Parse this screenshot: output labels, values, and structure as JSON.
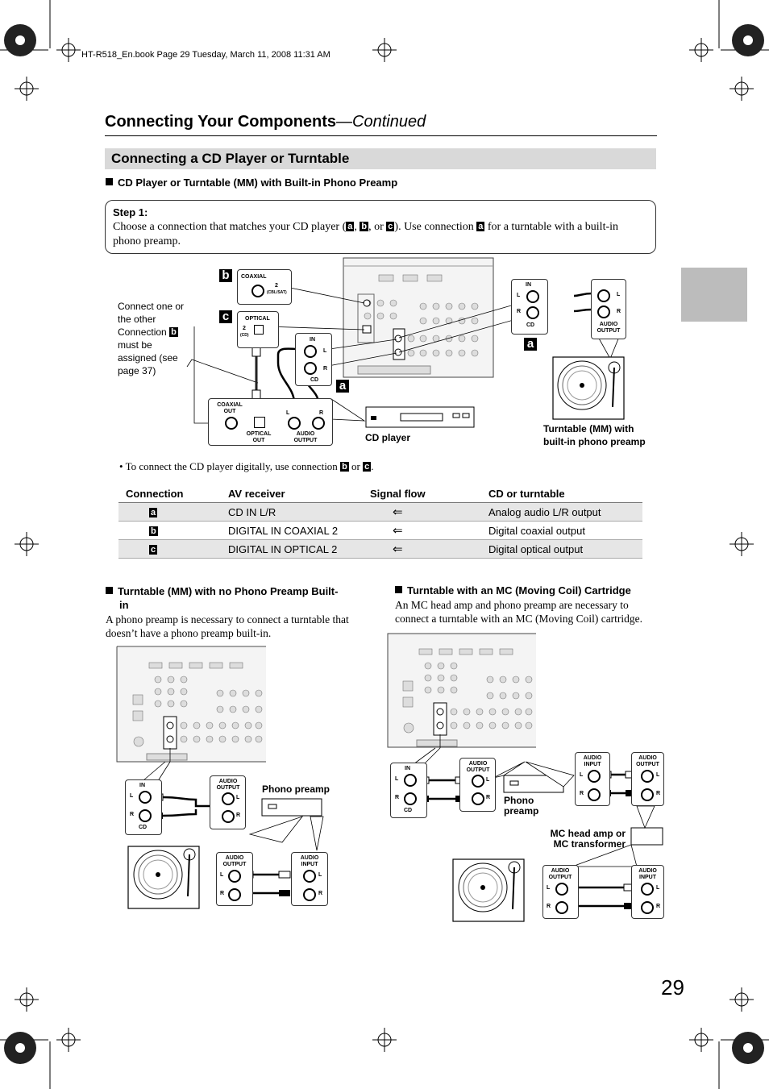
{
  "header_line": "HT-R518_En.book  Page 29  Tuesday, March 11, 2008  11:31 AM",
  "page_title": "Connecting Your Components",
  "page_title_suffix": "—Continued",
  "section_title": "Connecting a CD Player or Turntable",
  "subsection1": "CD Player or Turntable (MM) with Built-in Phono Preamp",
  "step": {
    "label": "Step 1:",
    "text_part1": "Choose a connection that matches your CD player (",
    "sep1": ",",
    "sep2": ", or",
    "text_part2": "). Use connection",
    "text_part3": "for a turntable with a built-in phono preamp."
  },
  "tags": {
    "a": "a",
    "b": "b",
    "c": "c"
  },
  "diagram1": {
    "note": "Connect one or the other Connection",
    "note_tail": "must be assigned (see page 37)",
    "coaxial": "COAXIAL",
    "coax_input": "2",
    "coax_input_sub": "(CBL/SAT)",
    "optical": "OPTICAL",
    "opt_input": "2",
    "opt_input_sub": "(CD)",
    "in": "IN",
    "l": "L",
    "r": "R",
    "cd": "CD",
    "coaxial_out": "COAXIAL OUT",
    "optical_out": "OPTICAL OUT",
    "audio_output": "AUDIO OUTPUT",
    "cd_player": "CD player",
    "turntable_label": "Turntable (MM) with built-in phono preamp"
  },
  "bullet": {
    "text": "To connect the CD player digitally, use connection",
    "or": "or",
    "end": "."
  },
  "table": {
    "headers": [
      "Connection",
      "AV receiver",
      "Signal flow",
      "CD or turntable"
    ],
    "rows": [
      {
        "tag": "a",
        "receiver": "CD IN L/R",
        "flow": "⇐",
        "device": "Analog audio L/R output"
      },
      {
        "tag": "b",
        "receiver": "DIGITAL IN COAXIAL 2",
        "flow": "⇐",
        "device": "Digital coaxial output"
      },
      {
        "tag": "c",
        "receiver": "DIGITAL IN OPTICAL 2",
        "flow": "⇐",
        "device": "Digital optical output"
      }
    ]
  },
  "left_section": {
    "heading_line1": "Turntable (MM) with no Phono Preamp Built-",
    "heading_line2": "in",
    "body": "A phono preamp is necessary to connect a turntable that doesn’t have a phono preamp built-in.",
    "phono_preamp": "Phono preamp",
    "in": "IN",
    "cd": "CD",
    "l": "L",
    "r": "R",
    "audio_output": "AUDIO OUTPUT",
    "audio_input": "AUDIO INPUT"
  },
  "right_section": {
    "heading": "Turntable with an MC (Moving Coil) Cartridge",
    "body": "An MC head amp and phono preamp are necessary to connect a turntable with an MC (Moving Coil) cartridge.",
    "phono_preamp_l1": "Phono",
    "phono_preamp_l2": "preamp",
    "mc_label_l1": "MC head amp or",
    "mc_label_l2": "MC transformer",
    "in": "IN",
    "cd": "CD",
    "l": "L",
    "r": "R",
    "audio_output": "AUDIO OUTPUT",
    "audio_input": "AUDIO INPUT"
  },
  "page_number": "29"
}
